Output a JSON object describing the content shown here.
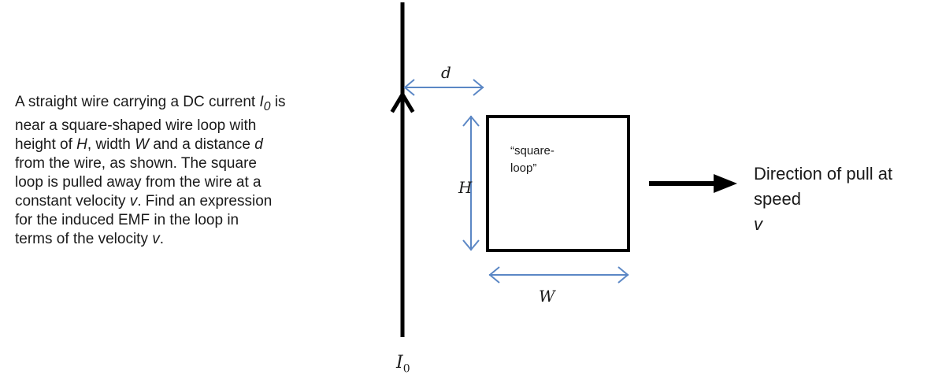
{
  "problem": {
    "lines": [
      [
        "A straight wire carrying a DC current ",
        "I",
        "0",
        " is"
      ],
      [
        "near a square-shaped wire loop with"
      ],
      [
        "height of ",
        "H",
        ", width ",
        "W",
        " and a distance ",
        "d"
      ],
      [
        "from the wire, as shown. The square"
      ],
      [
        "loop is pulled away from the wire at a"
      ],
      [
        "constant velocity ",
        "v",
        ". Find an expression"
      ],
      [
        "for the induced EMF in the loop in"
      ],
      [
        "terms of the velocity ",
        "v",
        "."
      ]
    ]
  },
  "labels": {
    "distance": "d",
    "height": "H",
    "width": "W",
    "current_symbol": "I",
    "current_subscript": "0"
  },
  "loop_caption": {
    "line1": "“square-",
    "line2": "loop”"
  },
  "pull": {
    "line1": "Direction of pull at",
    "line2_prefix": "speed ",
    "line2_var": "v"
  },
  "colors": {
    "wire": "#000000",
    "dimension_arrows": "#5b87c5",
    "text": "#1a1a1a"
  }
}
